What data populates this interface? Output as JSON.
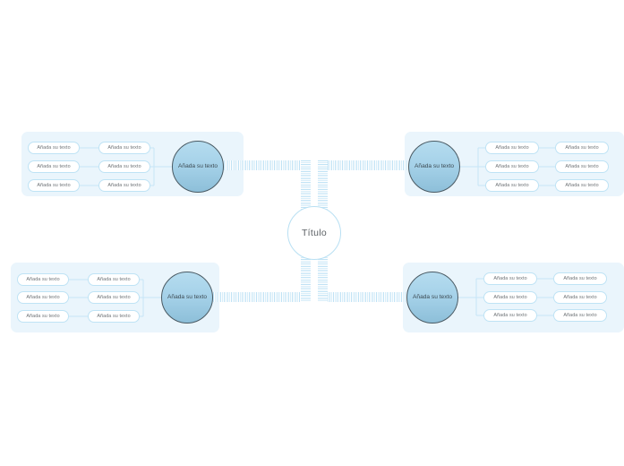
{
  "document": {
    "center": {
      "label": "Título",
      "shape": "circle",
      "fill": "#ffffff",
      "border": "#b9e0f3"
    },
    "theme": {
      "canvas_background": "#ffffff",
      "panel_background": "#eaf5fc",
      "pill_background": "#ffffff",
      "pill_border": "#bfe3f5",
      "circle_border": "#4a5a63",
      "circle_fill_top": "#b5dcef",
      "circle_fill_bottom": "#8dbfd9",
      "connector_color": "#bfe2f5",
      "text_color": "#6d7276"
    },
    "branches": [
      {
        "id": "top-left",
        "node_label": "Añada su texto",
        "side": "left",
        "inner_children": [
          {
            "label": "Añada su texto"
          },
          {
            "label": "Añada su texto"
          },
          {
            "label": "Añada su texto"
          }
        ],
        "outer_children": [
          {
            "label": "Añada su texto"
          },
          {
            "label": "Añada su texto"
          },
          {
            "label": "Añada su texto"
          }
        ]
      },
      {
        "id": "top-right",
        "node_label": "Añada su texto",
        "side": "right",
        "inner_children": [
          {
            "label": "Añada su texto"
          },
          {
            "label": "Añada su texto"
          },
          {
            "label": "Añada su texto"
          }
        ],
        "outer_children": [
          {
            "label": "Añada su texto"
          },
          {
            "label": "Añada su texto"
          },
          {
            "label": "Añada su texto"
          }
        ]
      },
      {
        "id": "bottom-left",
        "node_label": "Añada su texto",
        "side": "left",
        "inner_children": [
          {
            "label": "Añada su texto"
          },
          {
            "label": "Añada su texto"
          },
          {
            "label": "Añada su texto"
          }
        ],
        "outer_children": [
          {
            "label": "Añada su texto"
          },
          {
            "label": "Añada su texto"
          },
          {
            "label": "Añada su texto"
          }
        ]
      },
      {
        "id": "bottom-right",
        "node_label": "Añada su texto",
        "side": "right",
        "inner_children": [
          {
            "label": "Añada su texto"
          },
          {
            "label": "Añada su texto"
          },
          {
            "label": "Añada su texto"
          }
        ],
        "outer_children": [
          {
            "label": "Añada su texto"
          },
          {
            "label": "Añada su texto"
          },
          {
            "label": "Añada su texto"
          }
        ]
      }
    ]
  }
}
